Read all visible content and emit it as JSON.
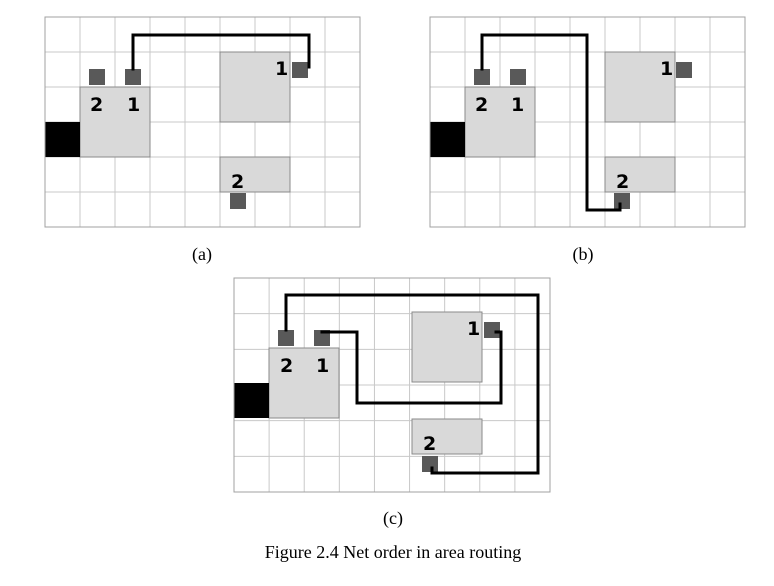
{
  "figure": {
    "caption": "Figure 2.4 Net order in area routing",
    "colors": {
      "grid": "#c8c8c8",
      "block_fill": "#d9d9d9",
      "pin": "#595959",
      "io_pad": "#000000",
      "wire": "#000000"
    },
    "panels": [
      {
        "id": "a",
        "label": "(a)",
        "pin_labels": [
          "2",
          "1",
          "1",
          "2"
        ]
      },
      {
        "id": "b",
        "label": "(b)",
        "pin_labels": [
          "2",
          "1",
          "1",
          "2"
        ]
      },
      {
        "id": "c",
        "label": "(c)",
        "pin_labels": [
          "2",
          "1",
          "1",
          "2"
        ]
      }
    ]
  }
}
